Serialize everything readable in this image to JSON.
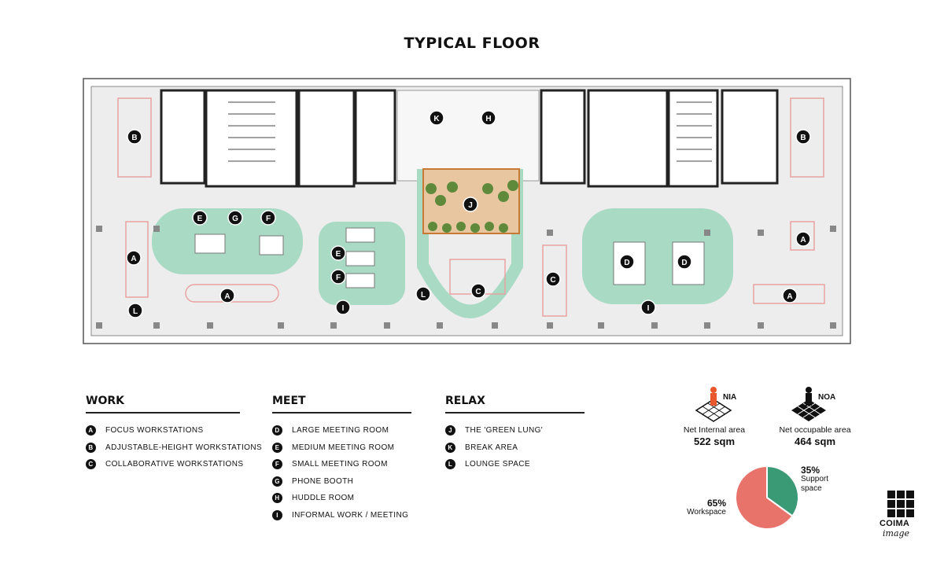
{
  "title": "TYPICAL FLOOR",
  "colors": {
    "green": "#a9dac4",
    "pink": "#e8a2a2",
    "dark": "#1a1a1a",
    "floor": "#ededed",
    "pie_work": "#e8736b",
    "pie_support": "#3b9a76",
    "nia_person": "#e8582c"
  },
  "plan": {
    "markers": [
      {
        "letter": "K"
      },
      {
        "letter": "H"
      },
      {
        "letter": "B"
      },
      {
        "letter": "B"
      },
      {
        "letter": "J"
      },
      {
        "letter": "E"
      },
      {
        "letter": "G"
      },
      {
        "letter": "F"
      },
      {
        "letter": "A"
      },
      {
        "letter": "E"
      },
      {
        "letter": "D"
      },
      {
        "letter": "D"
      },
      {
        "letter": "A"
      },
      {
        "letter": "F"
      },
      {
        "letter": "C"
      },
      {
        "letter": "C"
      },
      {
        "letter": "A"
      },
      {
        "letter": "A"
      },
      {
        "letter": "L"
      },
      {
        "letter": "I"
      },
      {
        "letter": "L"
      },
      {
        "letter": "I"
      }
    ]
  },
  "legend": {
    "work": {
      "heading": "WORK",
      "items": [
        {
          "letter": "A",
          "label": "FOCUS WORKSTATIONS"
        },
        {
          "letter": "B",
          "label": "ADJUSTABLE-HEIGHT  WORKSTATIONS"
        },
        {
          "letter": "C",
          "label": "COLLABORATIVE WORKSTATIONS"
        }
      ]
    },
    "meet": {
      "heading": "MEET",
      "items": [
        {
          "letter": "D",
          "label": "LARGE MEETING ROOM"
        },
        {
          "letter": "E",
          "label": "MEDIUM MEETING ROOM"
        },
        {
          "letter": "F",
          "label": "SMALL MEETING ROOM"
        },
        {
          "letter": "G",
          "label": "PHONE BOOTH"
        },
        {
          "letter": "H",
          "label": "HUDDLE ROOM"
        },
        {
          "letter": "I",
          "label": "INFORMAL WORK / MEETING"
        }
      ]
    },
    "relax": {
      "heading": "RELAX",
      "items": [
        {
          "letter": "J",
          "label": "THE 'GREEN LUNG'"
        },
        {
          "letter": "K",
          "label": "BREAK AREA"
        },
        {
          "letter": "L",
          "label": "LOUNGE SPACE"
        }
      ]
    }
  },
  "stats": {
    "nia": {
      "tag": "NIA",
      "label": "Net Internal area",
      "value": "522 sqm",
      "icon": "person-on-grid-icon"
    },
    "noa": {
      "tag": "NOA",
      "label": "Net occupable area",
      "value": "464 sqm",
      "icon": "person-on-grid-icon"
    }
  },
  "chart_data": {
    "type": "pie",
    "slices": [
      {
        "label": "Workspace",
        "value": 65,
        "display": "65%",
        "color": "#e8736b"
      },
      {
        "label": "Support space",
        "value": 35,
        "display": "35%",
        "color": "#3b9a76"
      }
    ],
    "support_label_lines": [
      "Support",
      "space"
    ]
  },
  "logo": {
    "name": "COIMA",
    "script": "image"
  }
}
